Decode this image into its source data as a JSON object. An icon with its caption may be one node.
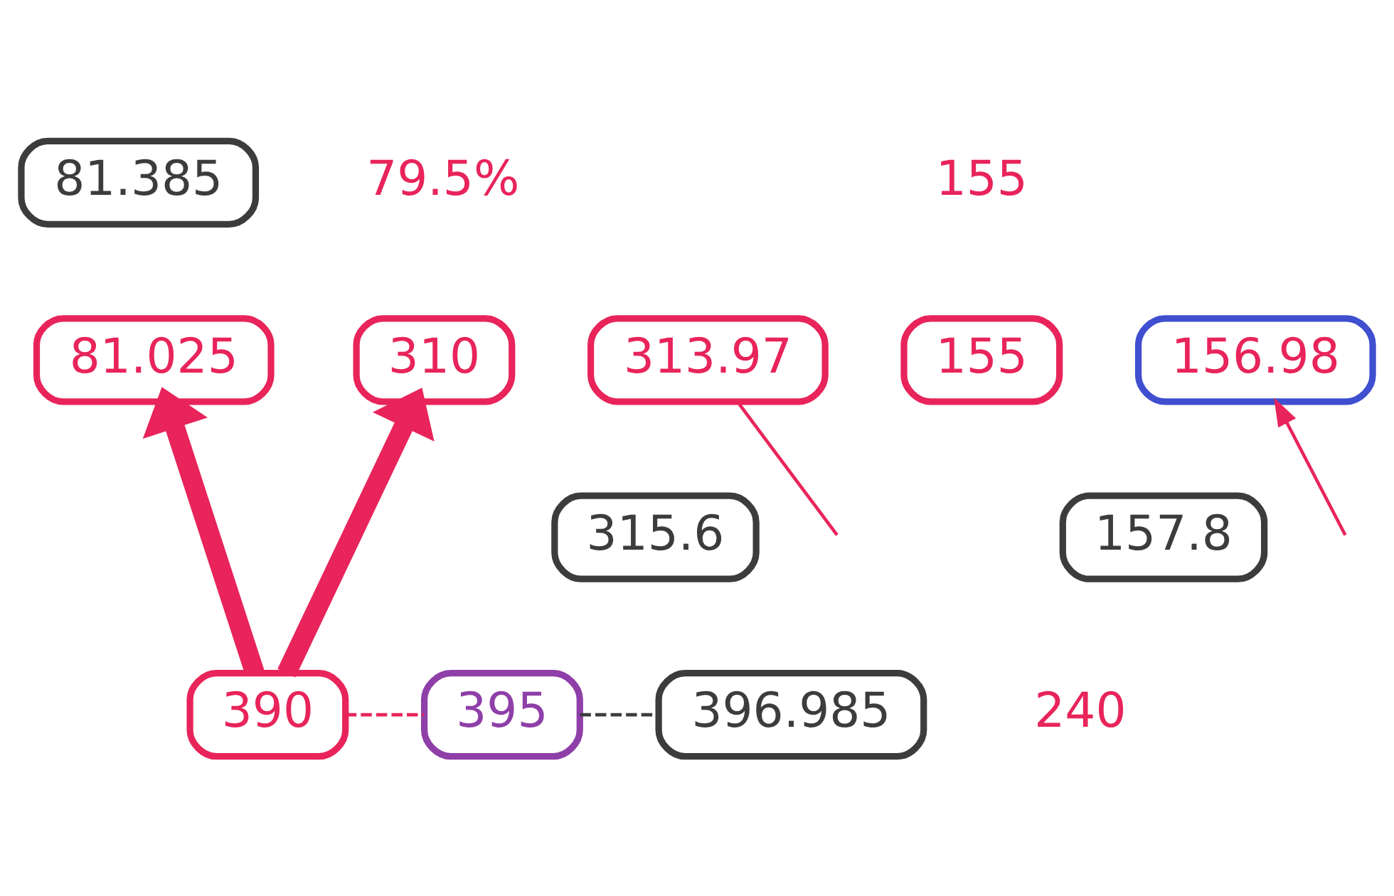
{
  "diagram": {
    "nodes": [
      {
        "text": [
          "81.385"
        ]
      },
      {
        "text": [
          "81.025"
        ]
      },
      {
        "text": [
          "313.97"
        ]
      },
      {
        "text": [
          "310"
        ]
      },
      {
        "text": [
          "315.6"
        ]
      },
      {
        "text": [
          "155"
        ]
      },
      {
        "text": [
          "156.98"
        ]
      },
      {
        "text": [
          "157.8"
        ]
      },
      {
        "text": [
          "390"
        ]
      },
      {
        "text": [
          "395"
        ]
      },
      {
        "text": [
          "396.985"
        ]
      }
    ],
    "edges": [
      {
        "from": 8,
        "to": 1,
        "arrow": "to",
        "style": "thick"
      },
      {
        "from": 8,
        "to": 3,
        "arrow": "to",
        "style": "thick"
      },
      {
        "from": null,
        "to": 2,
        "arrow": "none"
      },
      {
        "from": null,
        "to": 6,
        "arrow": "to"
      },
      {
        "from": 8,
        "to": 9,
        "arrow": "none",
        "style": "dashed"
      },
      {
        "from": 9,
        "to": 10,
        "arrow": "none",
        "style": "dashed",
        "color": "#3c3c3c"
      }
    ],
    "labels": [
      "79.5%",
      "155",
      "240"
    ]
  }
}
